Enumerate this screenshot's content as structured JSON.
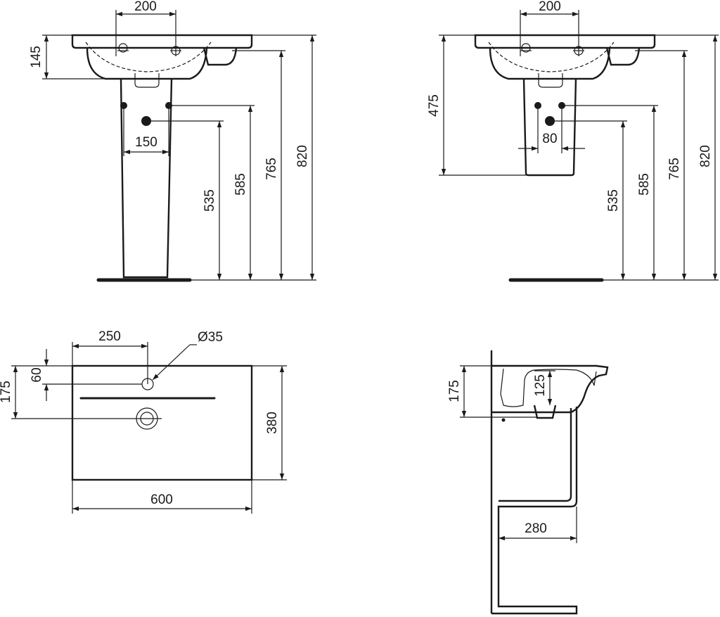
{
  "front_pedestal": {
    "dim_tap_spacing": "200",
    "dim_bowl_depth": "145",
    "dim_supply_spacing": "150",
    "dim_waste_height": "535",
    "dim_supply_height": "585",
    "dim_underside_height": "765",
    "dim_rim_height": "820"
  },
  "front_semi_pedestal": {
    "dim_tap_spacing": "200",
    "dim_bracket_depth": "475",
    "dim_supply_spacing": "80",
    "dim_waste_height": "535",
    "dim_supply_height": "585",
    "dim_underside_height": "765",
    "dim_rim_height": "820"
  },
  "plan_view": {
    "dim_tap_offset": "250",
    "dim_tap_hole_diameter": "Ø35",
    "dim_tap_from_back": "60",
    "dim_waste_from_back": "175",
    "dim_depth": "380",
    "dim_width": "600"
  },
  "side_view": {
    "dim_bowl_height": "175",
    "dim_waste_height": "125",
    "dim_projection": "280"
  }
}
